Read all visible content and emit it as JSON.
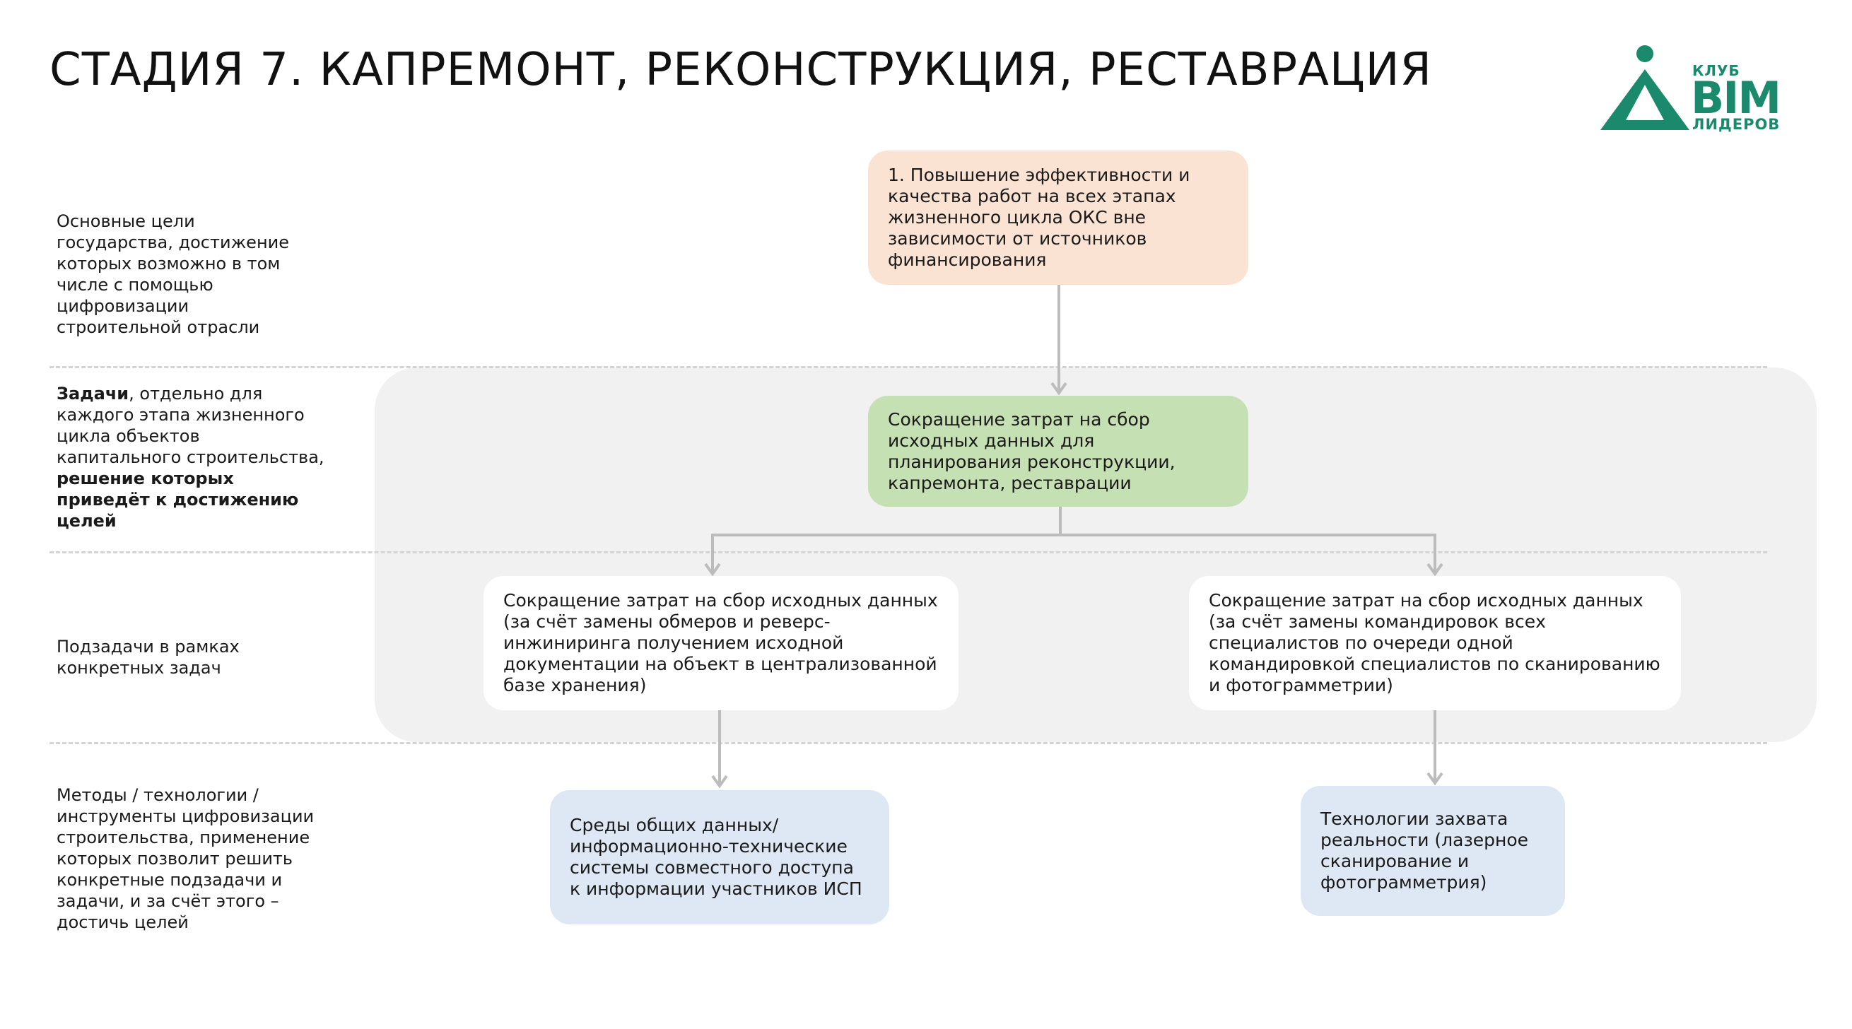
{
  "header": {
    "title": "СТАДИЯ 7. КАПРЕМОНТ, РЕКОНСТРУКЦИЯ, РЕСТАВРАЦИЯ"
  },
  "logo": {
    "line1": "КЛУБ",
    "line2": "BIM",
    "line3": "ЛИДЕРОВ",
    "color": "#1b8a6c"
  },
  "rows": {
    "goals_label": "Основные цели государства, достижение которых возможно в том числе с помощью цифровизации строительной отрасли",
    "tasks_label": {
      "bold1": "Задачи",
      "text1": ", отдельно для каждого этапа жизненного цикла объектов капитального строительства, ",
      "bold2": "решение которых приведёт к достижению целей"
    },
    "subtasks_label": "Подзадачи в рамках конкретных задач",
    "methods_label": "Методы / технологии / инструменты цифровизации строительства, применение которых позволит решить конкретные подзадачи и задачи, и за счёт этого – достичь целей"
  },
  "nodes": {
    "goal": "1. Повышение эффективности и качества работ на всех этапах жизненного цикла ОКС вне зависимости от источников финансирования",
    "task": "Сокращение затрат на сбор исходных данных для планирования реконструкции, капремонта, реставрации",
    "subtask_left": "Сокращение затрат на сбор исходных данных (за счёт замены обмеров и реверс-инжиниринга получением исходной документации на объект в централизованной базе хранения)",
    "subtask_right": "Сокращение затрат на сбор исходных данных (за счёт замены командировок всех специалистов по очереди одной командировкой специалистов по сканированию и фотограмметрии)",
    "method_left": "Среды общих данных/информационно-технические системы совместного доступа к информации участников ИСП",
    "method_right": "Технологии захвата реальности (лазерное сканирование и фотограмметрия)"
  },
  "colors": {
    "goal": "#fbe3d4",
    "task": "#c5e0b3",
    "subtask": "#ffffff",
    "method": "#dde8f4",
    "panel": "#f1f1f1",
    "arrow": "#bcbcbc"
  }
}
